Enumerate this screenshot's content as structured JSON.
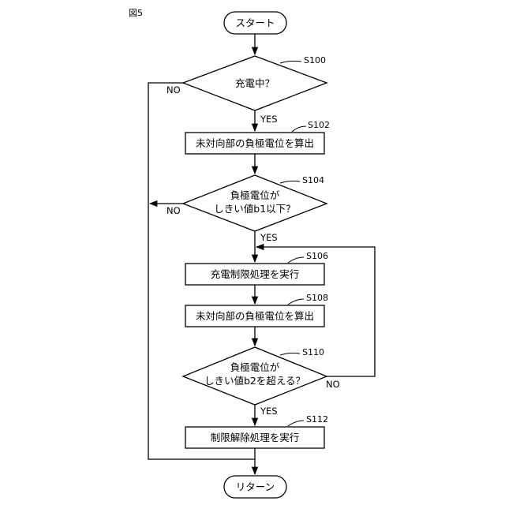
{
  "figure_label": "図5",
  "start": "スタート",
  "end": "リターン",
  "steps": {
    "s100": {
      "id": "S100",
      "lines": [
        "充電中？"
      ]
    },
    "s102": {
      "id": "S102",
      "text": "未対向部の負極電位を算出"
    },
    "s104": {
      "id": "S104",
      "lines": [
        "負極電位が",
        "しきい値b1以下？"
      ]
    },
    "s106": {
      "id": "S106",
      "text": "充電制限処理を実行"
    },
    "s108": {
      "id": "S108",
      "text": "未対向部の負極電位を算出"
    },
    "s110": {
      "id": "S110",
      "lines": [
        "負極電位が",
        "しきい値b2を超える？"
      ]
    },
    "s112": {
      "id": "S112",
      "text": "制限解除処理を実行"
    }
  },
  "branch_labels": {
    "s100_no": "NO",
    "s100_yes": "YES",
    "s104_no": "NO",
    "s104_yes": "YES",
    "s110_no": "NO",
    "s110_yes": "YES"
  }
}
